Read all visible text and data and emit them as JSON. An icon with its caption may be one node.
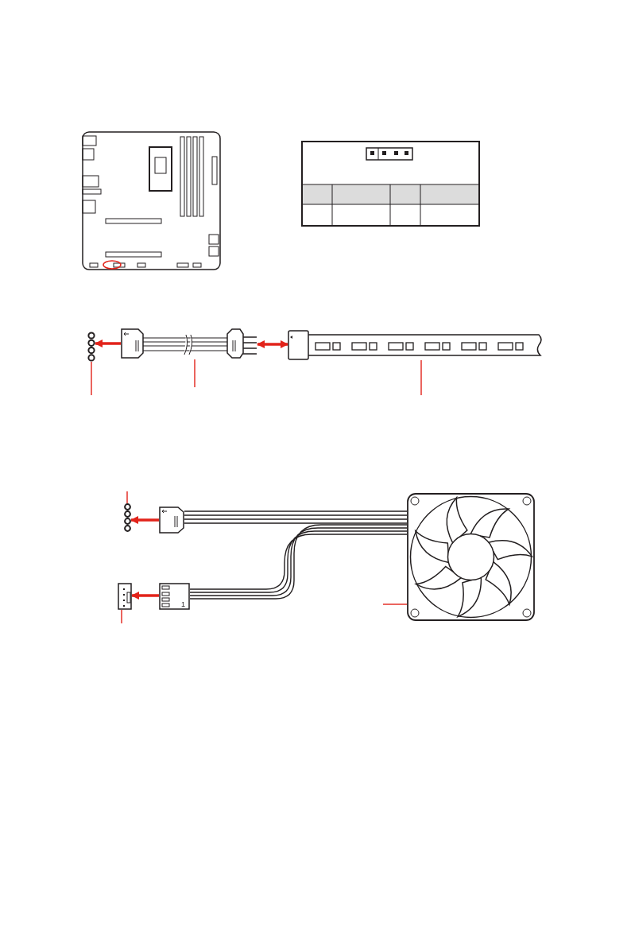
{
  "diagram": {
    "nodes": [
      {
        "text": [],
        "shape": "picture"
      },
      {
        "text": [],
        "shape": "picture"
      },
      {
        "text": [],
        "shape": "picture"
      },
      {
        "text": [],
        "shape": "bar"
      },
      {
        "text": [],
        "shape": "picture"
      },
      {
        "text": [],
        "shape": "box"
      },
      {
        "text": [],
        "shape": "box"
      },
      {
        "text": [],
        "shape": "box"
      },
      {
        "text": [],
        "shape": "picture"
      }
    ],
    "edges": [
      {
        "from": 2,
        "to": 1,
        "arrow": "to",
        "style": "thick"
      },
      {
        "from": 2,
        "to": 3,
        "arrow": "both",
        "style": "thick"
      },
      {
        "from": 5,
        "to": 4,
        "arrow": "to",
        "style": "thick"
      },
      {
        "from": 7,
        "to": 6,
        "arrow": "to",
        "style": "thick"
      },
      {
        "from": 5,
        "to": 8,
        "arrow": "none",
        "color": "#231f20"
      },
      {
        "from": 7,
        "to": 8,
        "arrow": "none",
        "color": "#231f20"
      },
      {
        "from": null,
        "to": 1,
        "arrow": "none"
      },
      {
        "from": null,
        "to": 2,
        "arrow": "none"
      },
      {
        "from": null,
        "to": 3,
        "arrow": "none"
      },
      {
        "from": null,
        "to": 4,
        "arrow": "none"
      },
      {
        "from": null,
        "to": 6,
        "arrow": "none"
      },
      {
        "from": null,
        "to": 8,
        "arrow": "none"
      }
    ],
    "labels": [
      "1"
    ]
  }
}
